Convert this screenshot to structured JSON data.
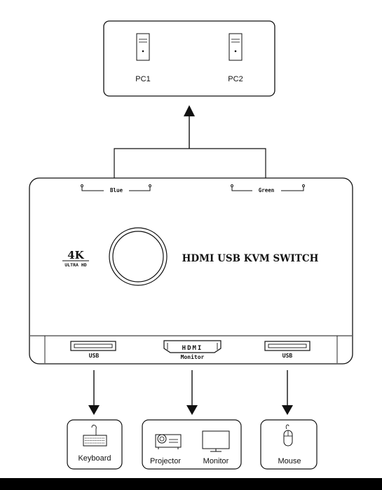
{
  "pcs": [
    {
      "label": "PC1",
      "icon": "pc-tower-icon"
    },
    {
      "label": "PC2",
      "icon": "pc-tower-icon"
    }
  ],
  "switch": {
    "title": "HDMI USB KVM SWITCH",
    "badge_main": "4K",
    "badge_sub": "ULTRA HD",
    "cable_left": "Blue",
    "cable_right": "Green",
    "ports": {
      "left": "USB",
      "center": "Monitor",
      "center_inner": "HDMI",
      "right": "USB"
    }
  },
  "outputs": {
    "keyboard": "Keyboard",
    "projector": "Projector",
    "monitor": "Monitor",
    "mouse": "Mouse"
  },
  "icons": [
    "pc-tower-icon",
    "keyboard-icon",
    "projector-icon",
    "monitor-icon",
    "mouse-icon",
    "switch-button-icon"
  ],
  "colors": {
    "line": "#111111",
    "background": "#ffffff",
    "footer": "#000000"
  }
}
